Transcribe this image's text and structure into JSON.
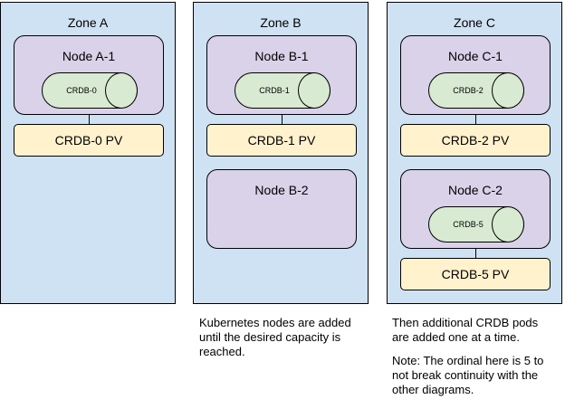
{
  "zones": [
    {
      "label": "Zone A",
      "nodes": [
        {
          "label": "Node A-1",
          "pod": "CRDB-0",
          "pv": "CRDB-0 PV"
        }
      ]
    },
    {
      "label": "Zone B",
      "nodes": [
        {
          "label": "Node B-1",
          "pod": "CRDB-1",
          "pv": "CRDB-1 PV"
        },
        {
          "label": "Node B-2"
        }
      ]
    },
    {
      "label": "Zone C",
      "nodes": [
        {
          "label": "Node C-1",
          "pod": "CRDB-2",
          "pv": "CRDB-2 PV"
        },
        {
          "label": "Node C-2",
          "pod": "CRDB-5",
          "pv": "CRDB-5 PV"
        }
      ]
    }
  ],
  "captions": {
    "zone_b": [
      "Kubernetes nodes are added",
      "until the desired capacity is",
      "reached."
    ],
    "zone_c": [
      "Then additional CRDB pods",
      "are added one at a time.",
      "",
      "Note: The ordinal here is 5 to",
      "not break continuity with the",
      "other diagrams."
    ]
  },
  "colors": {
    "zone": "#cfe2f3",
    "node": "#d9d2e9",
    "pod": "#d9ead3",
    "pv": "#fff2cc"
  }
}
